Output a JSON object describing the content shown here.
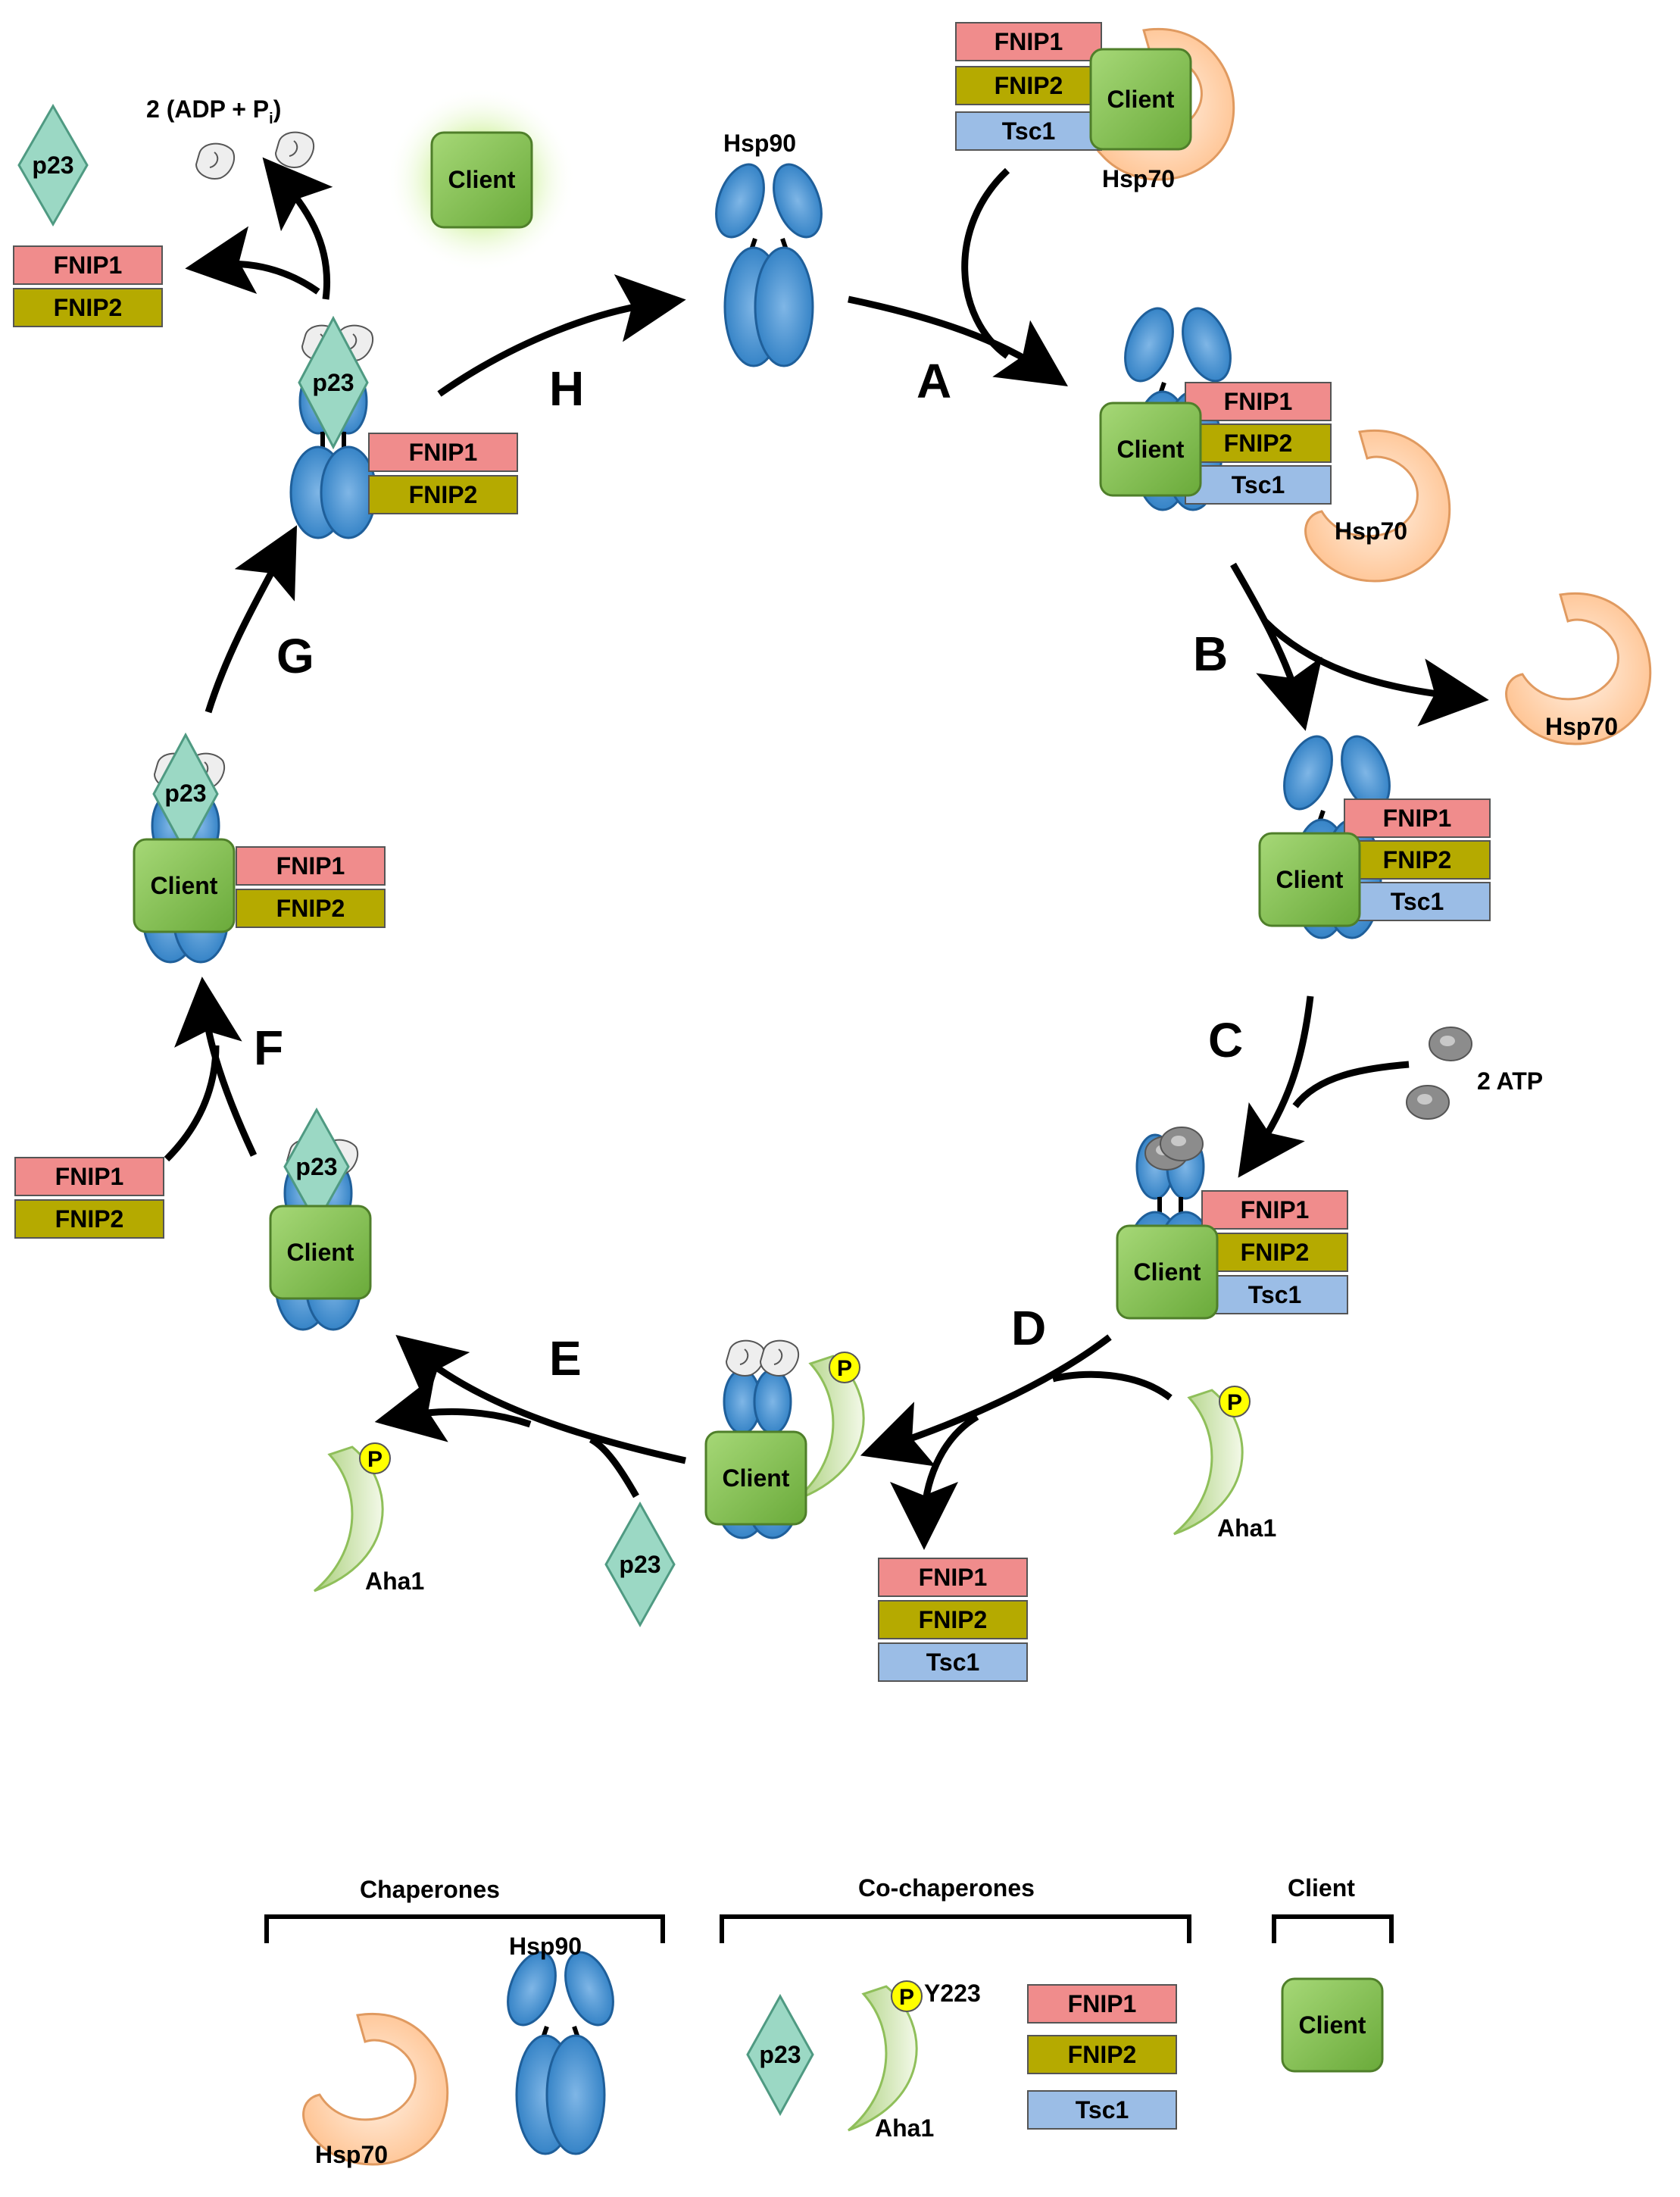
{
  "colors": {
    "hsp90": "#2f7fc4",
    "hsp90_edge": "#1f5f9a",
    "hsp70": "#ffc89a",
    "fnip1": "#f08c8c",
    "fnip2": "#b5aa00",
    "tsc1": "#9bbde6",
    "client": "#7fbf4a",
    "client_glow": "#c6ef8a",
    "p23": "#9bd8c4",
    "aha1": "#cfe6a8",
    "phospho": "#ffff00",
    "adp": "#e6e6e6",
    "atp": "#8c8c8c"
  },
  "labels": {
    "fnip1": "FNIP1",
    "fnip2": "FNIP2",
    "tsc1": "Tsc1",
    "client": "Client",
    "p23": "p23",
    "hsp70": "Hsp70",
    "hsp90": "Hsp90",
    "aha1": "Aha1",
    "phospho": "P",
    "atp": "2 ATP",
    "adp_pre": "2 (ADP + P",
    "adp_sub": "i",
    "adp_post": ")"
  },
  "steps": [
    "A",
    "B",
    "C",
    "D",
    "E",
    "F",
    "G",
    "H"
  ],
  "legend": {
    "chaperones": "Chaperones",
    "cochaperones": "Co-chaperones",
    "client": "Client",
    "hsp90": "Hsp90",
    "hsp70": "Hsp70",
    "p23": "p23",
    "aha1": "Aha1",
    "y223": "Y223",
    "phospho": "P",
    "fnip1": "FNIP1",
    "fnip2": "FNIP2",
    "tsc1": "Tsc1",
    "client_box": "Client"
  }
}
